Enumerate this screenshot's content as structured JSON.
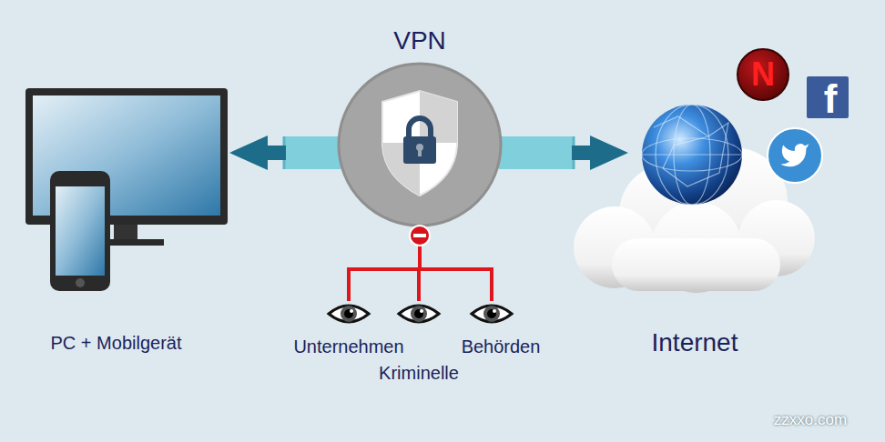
{
  "diagram": {
    "nodes": [
      {
        "text": [
          "PC + Mobilgerät"
        ]
      },
      {
        "text": [
          "VPN"
        ]
      },
      {
        "text": [
          "Internet"
        ]
      },
      {
        "text": [
          "Unternehmen"
        ]
      },
      {
        "text": [
          "Kriminelle"
        ]
      },
      {
        "text": [
          "Behörden"
        ]
      }
    ],
    "edges": [
      {
        "from": 1,
        "to": 0,
        "arrow": "to"
      },
      {
        "from": 1,
        "to": 2,
        "arrow": "to"
      },
      {
        "from": 1,
        "to": 3,
        "arrow": "none"
      },
      {
        "from": 1,
        "to": 4,
        "arrow": "none"
      },
      {
        "from": 1,
        "to": 5,
        "arrow": "none"
      }
    ],
    "labels": [
      "N",
      "f",
      "zzxxo.com"
    ]
  }
}
